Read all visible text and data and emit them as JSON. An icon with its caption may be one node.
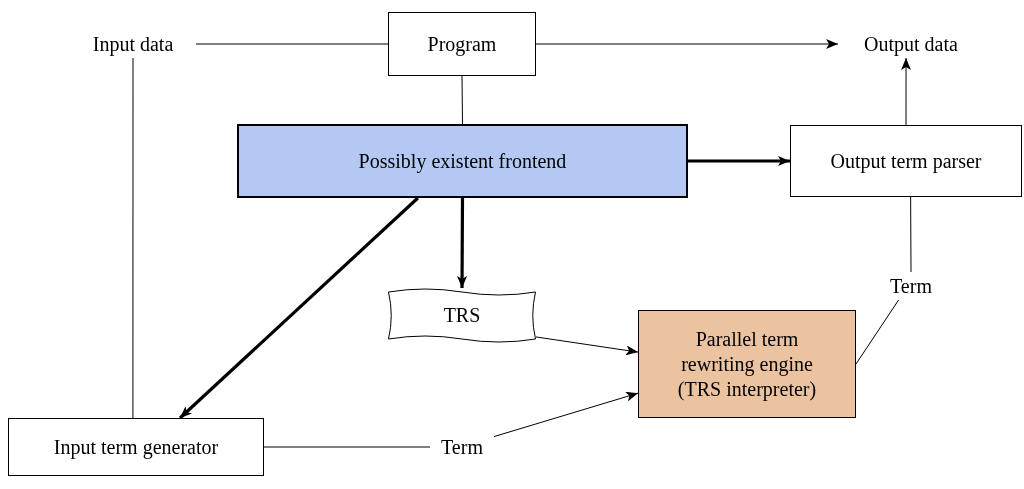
{
  "diagram": {
    "nodes": [
      {
        "text": [
          "Input data"
        ]
      },
      {
        "text": [
          "Program"
        ]
      },
      {
        "text": [
          "Output data"
        ]
      },
      {
        "text": [
          "Possibly existent frontend"
        ]
      },
      {
        "text": [
          "Output term parser"
        ]
      },
      {
        "text": [
          "TRS"
        ]
      },
      {
        "text": [
          "Parallel term rewriting engine (TRS interpreter)"
        ]
      },
      {
        "text": [
          "Term"
        ]
      },
      {
        "text": [
          "Input term generator"
        ]
      },
      {
        "text": [
          "Term"
        ]
      }
    ],
    "edges": [
      {
        "from": 0,
        "to": 1,
        "arrow": "none"
      },
      {
        "from": 1,
        "to": 2,
        "arrow": "to"
      },
      {
        "from": 1,
        "to": 3,
        "arrow": "none"
      },
      {
        "from": 3,
        "to": 4,
        "arrow": "to",
        "style": "thick"
      },
      {
        "from": 4,
        "to": 2,
        "arrow": "to"
      },
      {
        "from": 3,
        "to": 5,
        "arrow": "to",
        "style": "thick"
      },
      {
        "from": 3,
        "to": 8,
        "arrow": "to",
        "style": "thick"
      },
      {
        "from": 0,
        "to": 8,
        "arrow": "none"
      },
      {
        "from": 5,
        "to": 6,
        "arrow": "to"
      },
      {
        "from": 8,
        "to": 9,
        "arrow": "none"
      },
      {
        "from": 9,
        "to": 6,
        "arrow": "to"
      },
      {
        "from": 6,
        "to": 7,
        "arrow": "none"
      },
      {
        "from": 7,
        "to": 4,
        "arrow": "none"
      }
    ]
  }
}
